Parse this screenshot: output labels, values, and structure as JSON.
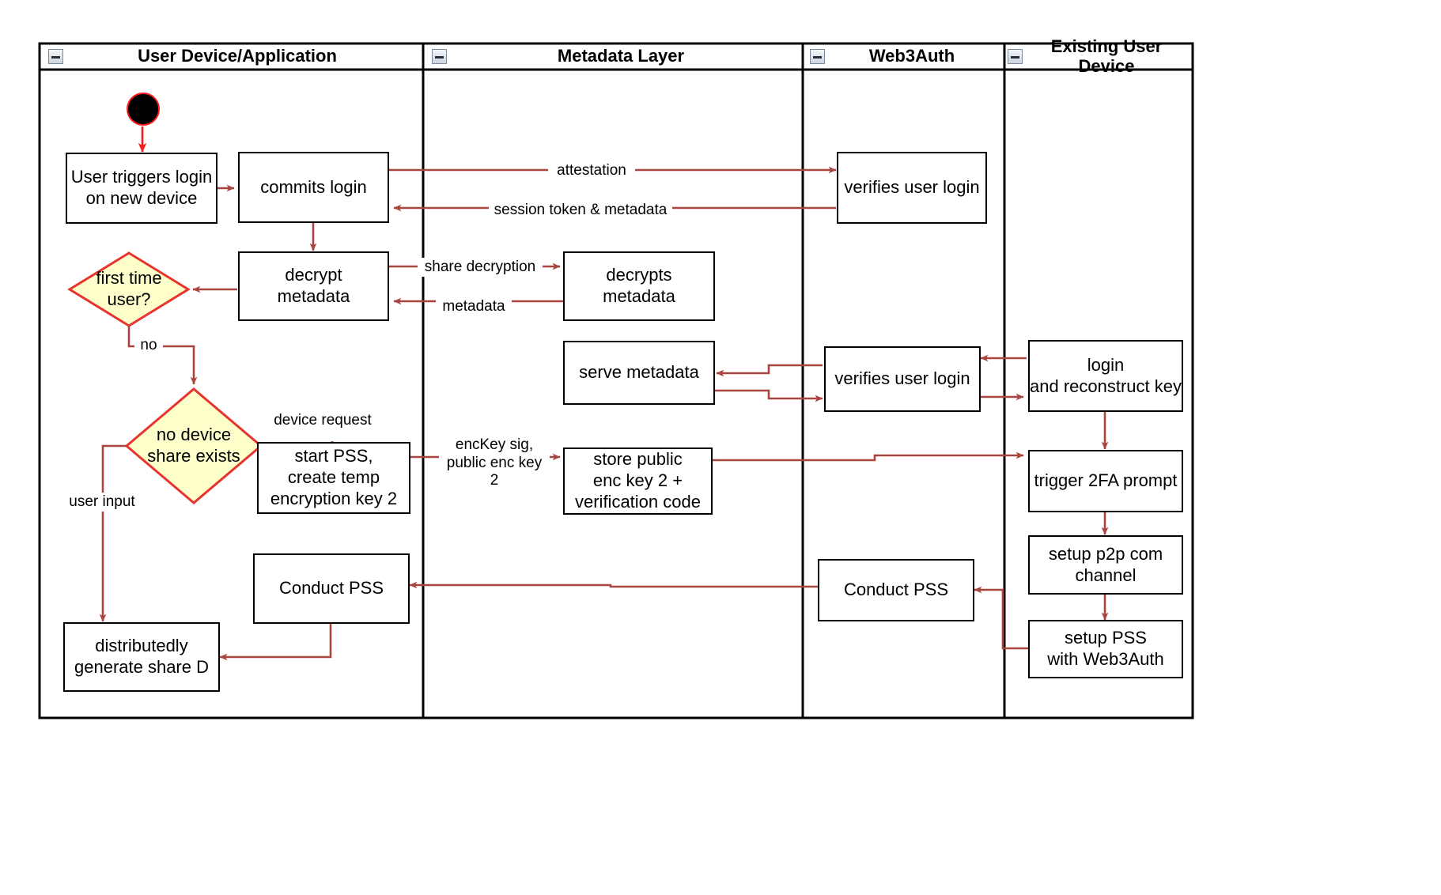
{
  "diagram": {
    "title": "Web3Auth new-device login activity diagram",
    "type": "uml-activity-swimlane",
    "colors": {
      "lane_border": "#000000",
      "action_border": "#000000",
      "action_fill": "#ffffff",
      "decision_fill": "#ffffcc",
      "decision_border": "#e8342c",
      "edge": "#a8453f",
      "initial_node_fill": "#000000",
      "initial_node_ring": "#ff1a1a",
      "background": "#ffffff"
    }
  },
  "lanes": [
    {
      "id": "user-device-application",
      "label": "User Device/Application",
      "collapse_icon": "collapse-minus-icon"
    },
    {
      "id": "metadata-layer",
      "label": "Metadata Layer",
      "collapse_icon": "collapse-minus-icon"
    },
    {
      "id": "web3auth",
      "label": "Web3Auth",
      "collapse_icon": "collapse-minus-icon"
    },
    {
      "id": "existing-user-device",
      "label": "Existing User Device",
      "collapse_icon": "collapse-minus-icon"
    }
  ],
  "nodes": [
    {
      "id": "initial",
      "kind": "initial",
      "lane": "user-device-application",
      "label": ""
    },
    {
      "id": "user-triggers-login",
      "kind": "action",
      "lane": "user-device-application",
      "label": "User triggers login\non new device"
    },
    {
      "id": "commits-login",
      "kind": "action",
      "lane": "user-device-application",
      "label": "commits login"
    },
    {
      "id": "decrypt-metadata",
      "kind": "action",
      "lane": "user-device-application",
      "label": "decrypt\nmetadata"
    },
    {
      "id": "first-time-user",
      "kind": "decision",
      "lane": "user-device-application",
      "label": "first time\nuser?"
    },
    {
      "id": "no-device-share",
      "kind": "decision",
      "lane": "user-device-application",
      "label": "no device\nshare exists"
    },
    {
      "id": "start-pss",
      "kind": "action",
      "lane": "user-device-application",
      "label": "start PSS,\ncreate temp\nencryption key 2"
    },
    {
      "id": "conduct-pss-user",
      "kind": "action",
      "lane": "user-device-application",
      "label": "Conduct PSS"
    },
    {
      "id": "generate-share-d",
      "kind": "action",
      "lane": "user-device-application",
      "label": "distributedly\ngenerate share D"
    },
    {
      "id": "decrypts-metadata",
      "kind": "action",
      "lane": "metadata-layer",
      "label": "decrypts\nmetadata"
    },
    {
      "id": "serve-metadata",
      "kind": "action",
      "lane": "metadata-layer",
      "label": "serve metadata"
    },
    {
      "id": "store-public-key",
      "kind": "action",
      "lane": "metadata-layer",
      "label": "store public\nenc key 2 +\nverification code"
    },
    {
      "id": "verifies-user-login-1",
      "kind": "action",
      "lane": "web3auth",
      "label": "verifies user login"
    },
    {
      "id": "verifies-user-login-2",
      "kind": "action",
      "lane": "web3auth",
      "label": "verifies user login"
    },
    {
      "id": "conduct-pss-web3auth",
      "kind": "action",
      "lane": "web3auth",
      "label": "Conduct PSS"
    },
    {
      "id": "login-reconstruct",
      "kind": "action",
      "lane": "existing-user-device",
      "label": "login\nand reconstruct key"
    },
    {
      "id": "trigger-2fa",
      "kind": "action",
      "lane": "existing-user-device",
      "label": "trigger 2FA prompt"
    },
    {
      "id": "setup-p2p",
      "kind": "action",
      "lane": "existing-user-device",
      "label": "setup p2p com\nchannel"
    },
    {
      "id": "setup-pss",
      "kind": "action",
      "lane": "existing-user-device",
      "label": "setup PSS\nwith Web3Auth"
    }
  ],
  "edge_labels": [
    {
      "id": "attestation",
      "text": "attestation",
      "from": "commits-login",
      "to": "verifies-user-login-1"
    },
    {
      "id": "session-token",
      "text": "session token & metadata",
      "from": "verifies-user-login-1",
      "to": "commits-login"
    },
    {
      "id": "share-decryption",
      "text": "share decryption",
      "from": "decrypt-metadata",
      "to": "decrypts-metadata"
    },
    {
      "id": "metadata",
      "text": "metadata",
      "from": "decrypts-metadata",
      "to": "decrypt-metadata"
    },
    {
      "id": "no",
      "text": "no",
      "from": "first-time-user",
      "to": "no-device-share"
    },
    {
      "id": "device-request",
      "text": "device request",
      "from": "no-device-share",
      "to": "start-pss"
    },
    {
      "id": "user-input",
      "text": "user input",
      "from": "no-device-share",
      "to": "generate-share-d"
    },
    {
      "id": "enckey-sig",
      "text": "encKey sig,\npublic enc key 2",
      "from": "start-pss",
      "to": "store-public-key"
    }
  ]
}
